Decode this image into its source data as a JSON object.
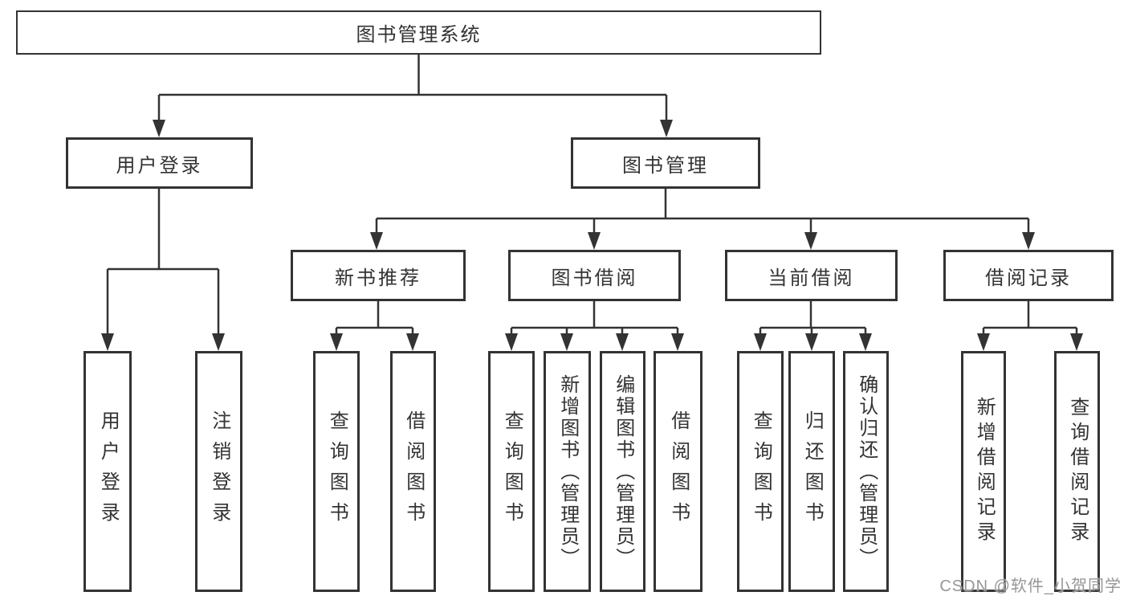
{
  "tree": {
    "root": {
      "label": "图书管理系统"
    },
    "level2": {
      "user_login": {
        "label": "用户登录"
      },
      "book_mgmt": {
        "label": "图书管理"
      }
    },
    "level3": {
      "new_book": {
        "label": "新书推荐"
      },
      "book_borrow": {
        "label": "图书借阅"
      },
      "current_borrow": {
        "label": "当前借阅"
      },
      "borrow_record": {
        "label": "借阅记录"
      }
    },
    "leaves": {
      "ul1": {
        "label": "用户登录"
      },
      "ul2": {
        "label": "注销登录"
      },
      "nb1": {
        "label": "查询图书"
      },
      "nb2": {
        "label": "借阅图书"
      },
      "bb1": {
        "label": "查询图书"
      },
      "bb2": {
        "label": "新增图书（管理员）"
      },
      "bb3": {
        "label": "编辑图书（管理员）"
      },
      "bb4": {
        "label": "借阅图书"
      },
      "cb1": {
        "label": "查询图书"
      },
      "cb2": {
        "label": "归还图书"
      },
      "cb3": {
        "label": "确认归还（管理员）"
      },
      "br1": {
        "label": "新增借阅记录"
      },
      "br2": {
        "label": "查询借阅记录"
      }
    },
    "hierarchy": {
      "图书管理系统": [
        "用户登录",
        "图书管理"
      ],
      "用户登录": [
        "用户登录",
        "注销登录"
      ],
      "图书管理": [
        "新书推荐",
        "图书借阅",
        "当前借阅",
        "借阅记录"
      ],
      "新书推荐": [
        "查询图书",
        "借阅图书"
      ],
      "图书借阅": [
        "查询图书",
        "新增图书（管理员）",
        "编辑图书（管理员）",
        "借阅图书"
      ],
      "当前借阅": [
        "查询图书",
        "归还图书",
        "确认归还（管理员）"
      ],
      "借阅记录": [
        "新增借阅记录",
        "查询借阅记录"
      ]
    }
  },
  "watermark": {
    "label": "CSDN @软件_小贺同学"
  },
  "colors": {
    "line": "#333333",
    "box_border": "#333333",
    "box_bg": "#ffffff",
    "text": "#333333",
    "watermark": "#969696"
  }
}
